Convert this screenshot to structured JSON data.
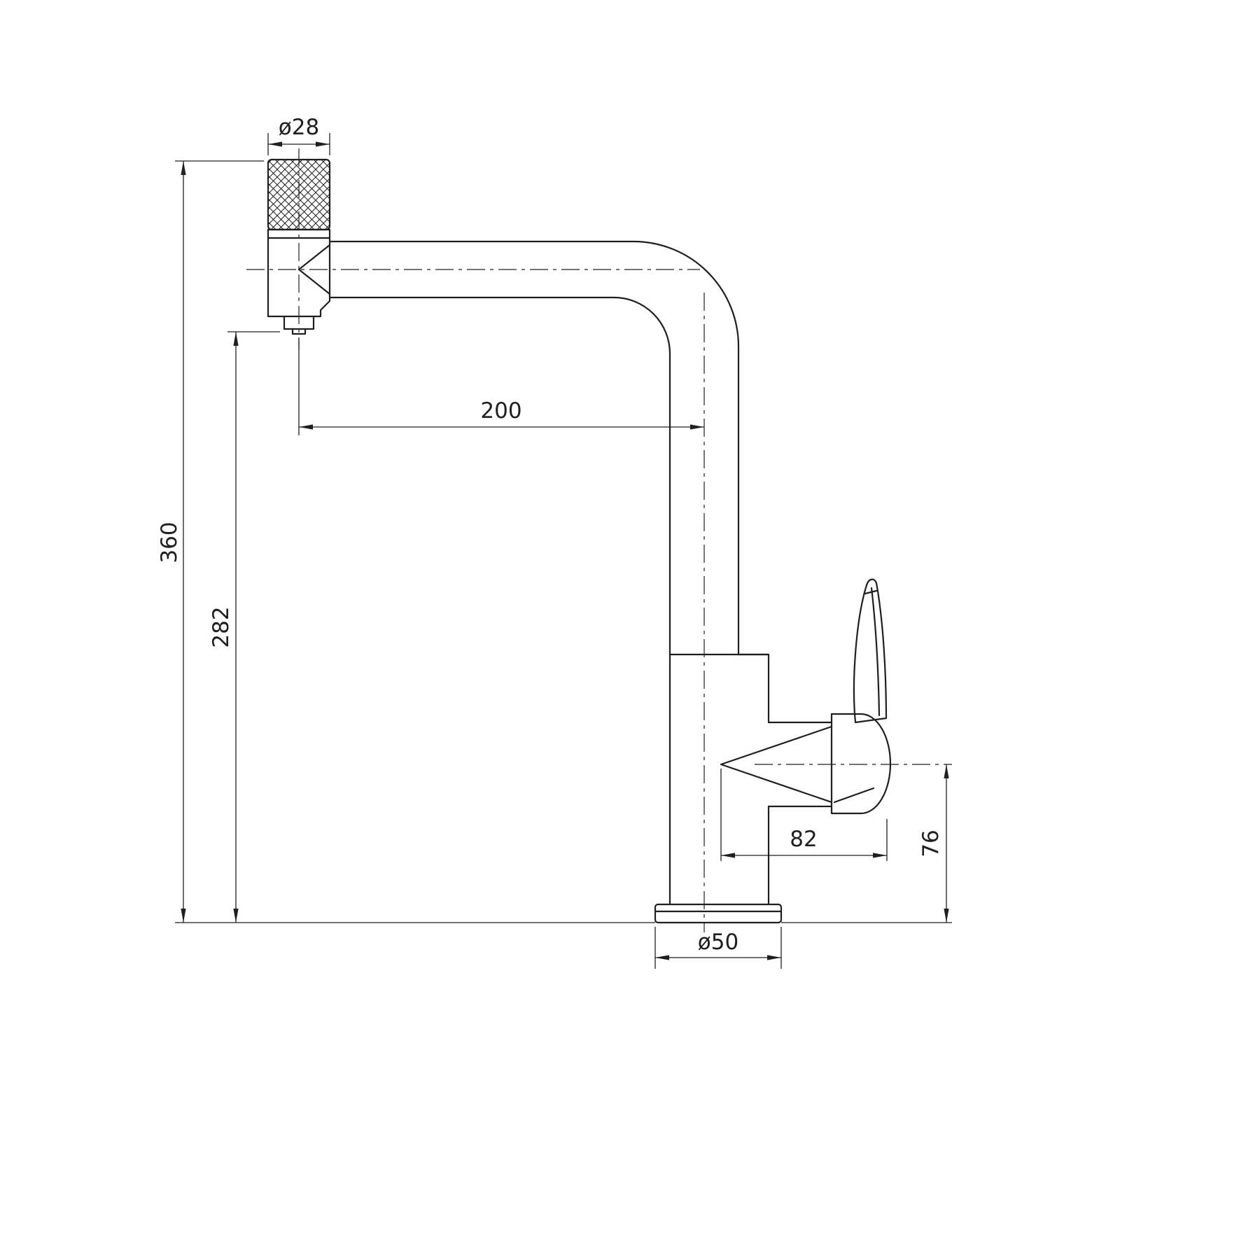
{
  "canvas": {
    "background": "#ffffff",
    "line_color": "#1f1f1f"
  },
  "dimensions": {
    "spout_tip_diameter": "ø28",
    "spout_reach": "200",
    "total_height": "360",
    "outlet_height": "282",
    "handle_reach": "82",
    "handle_axis_height": "76",
    "base_diameter": "ø50"
  }
}
